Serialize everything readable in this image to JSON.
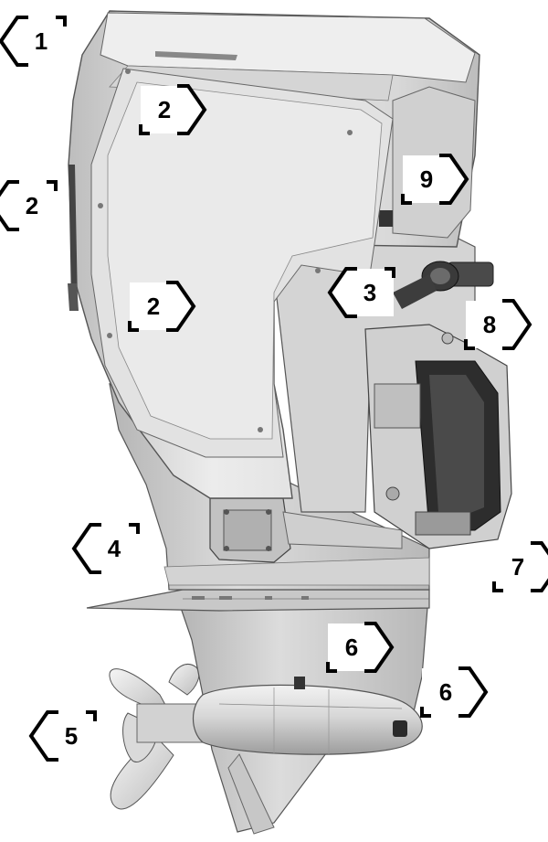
{
  "diagram": {
    "subject": "outboard-motor",
    "colors": {
      "cowling_light": "#e6e6e6",
      "cowling_mid": "#cfcfcf",
      "cowling_dark": "#a9a9a9",
      "panel_shade": "#d9d9d9",
      "mount_dark": "#333333",
      "line": "#555555",
      "callout_fill": "#ffffff",
      "callout_stroke": "#000000"
    },
    "callouts": [
      {
        "id": "c1",
        "label": "1"
      },
      {
        "id": "c2a",
        "label": "2"
      },
      {
        "id": "c2b",
        "label": "2"
      },
      {
        "id": "c2c",
        "label": "2"
      },
      {
        "id": "c3",
        "label": "3"
      },
      {
        "id": "c4",
        "label": "4"
      },
      {
        "id": "c5",
        "label": "5"
      },
      {
        "id": "c6a",
        "label": "6"
      },
      {
        "id": "c6b",
        "label": "6"
      },
      {
        "id": "c7",
        "label": "7"
      },
      {
        "id": "c8",
        "label": "8"
      },
      {
        "id": "c9",
        "label": "9"
      }
    ]
  }
}
